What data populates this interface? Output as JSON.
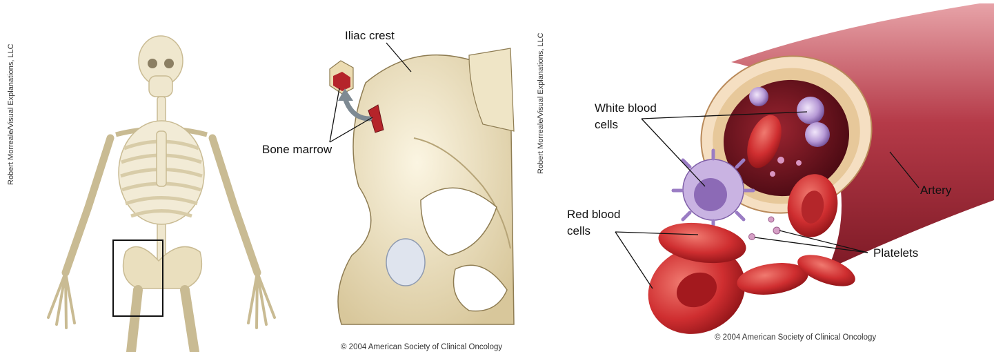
{
  "left_panel": {
    "credit": "Robert Morreale/Visual Explanations, LLC",
    "labels": {
      "iliac_crest": "Iliac crest",
      "bone_marrow": "Bone marrow"
    },
    "copyright": "© 2004 American Society of Clinical Oncology"
  },
  "right_panel": {
    "credit": "Robert Morreale/Visual Explanations, LLC",
    "labels": {
      "white_blood_cells_line1": "White blood",
      "white_blood_cells_line2": "cells",
      "red_blood_cells_line1": "Red blood",
      "red_blood_cells_line2": "cells",
      "artery": "Artery",
      "platelets": "Platelets"
    },
    "copyright": "© 2004 American Society of Clinical Oncology"
  },
  "colors": {
    "bone": "#efe6c8",
    "bone_shadow": "#d8c9a0",
    "marrow": "#b5242a",
    "artery_outer": "#b03a48",
    "artery_inner": "#7a1520",
    "rbc": "#c8262c",
    "wbc": "#9c7cc0",
    "platelet": "#c88fb4",
    "arrow": "#7e8a93"
  }
}
